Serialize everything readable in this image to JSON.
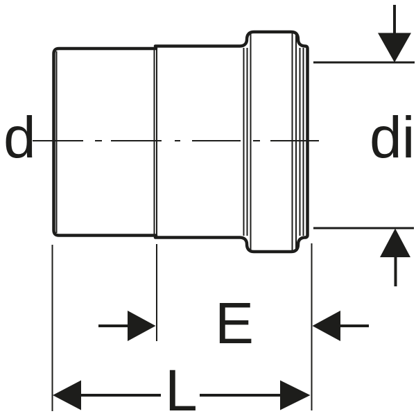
{
  "colors": {
    "line": "#1d1d1b",
    "background": "#ffffff"
  },
  "dimension_labels": {
    "outer_diameter": "d",
    "inner_diameter": "di",
    "socket_depth": "E",
    "overall_length": "L"
  }
}
